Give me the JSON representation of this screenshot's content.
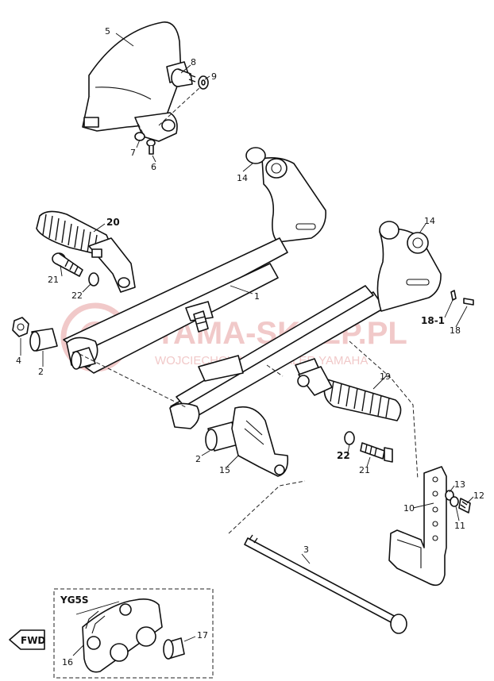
{
  "watermark": {
    "brand": "YAMA-SKLEP.PL",
    "tagline": "WOJCIECHOWICZ | DEALER YAMAHA"
  },
  "callouts": {
    "p1": "1",
    "p2a": "2",
    "p2b": "2",
    "p3": "3",
    "p4": "4",
    "p5": "5",
    "p6": "6",
    "p7": "7",
    "p8": "8",
    "p9": "9",
    "p10": "10",
    "p11": "11",
    "p12": "12",
    "p13": "13",
    "p14a": "14",
    "p14b": "14",
    "p15": "15",
    "p16": "16",
    "p17": "17",
    "p18": "18",
    "p18_1": "18-1",
    "p19": "19",
    "p20": "20",
    "p21a": "21",
    "p21b": "21",
    "p22a": "22",
    "p22b": "22"
  },
  "inset": {
    "model": "YG5S",
    "direction": "FWD"
  }
}
